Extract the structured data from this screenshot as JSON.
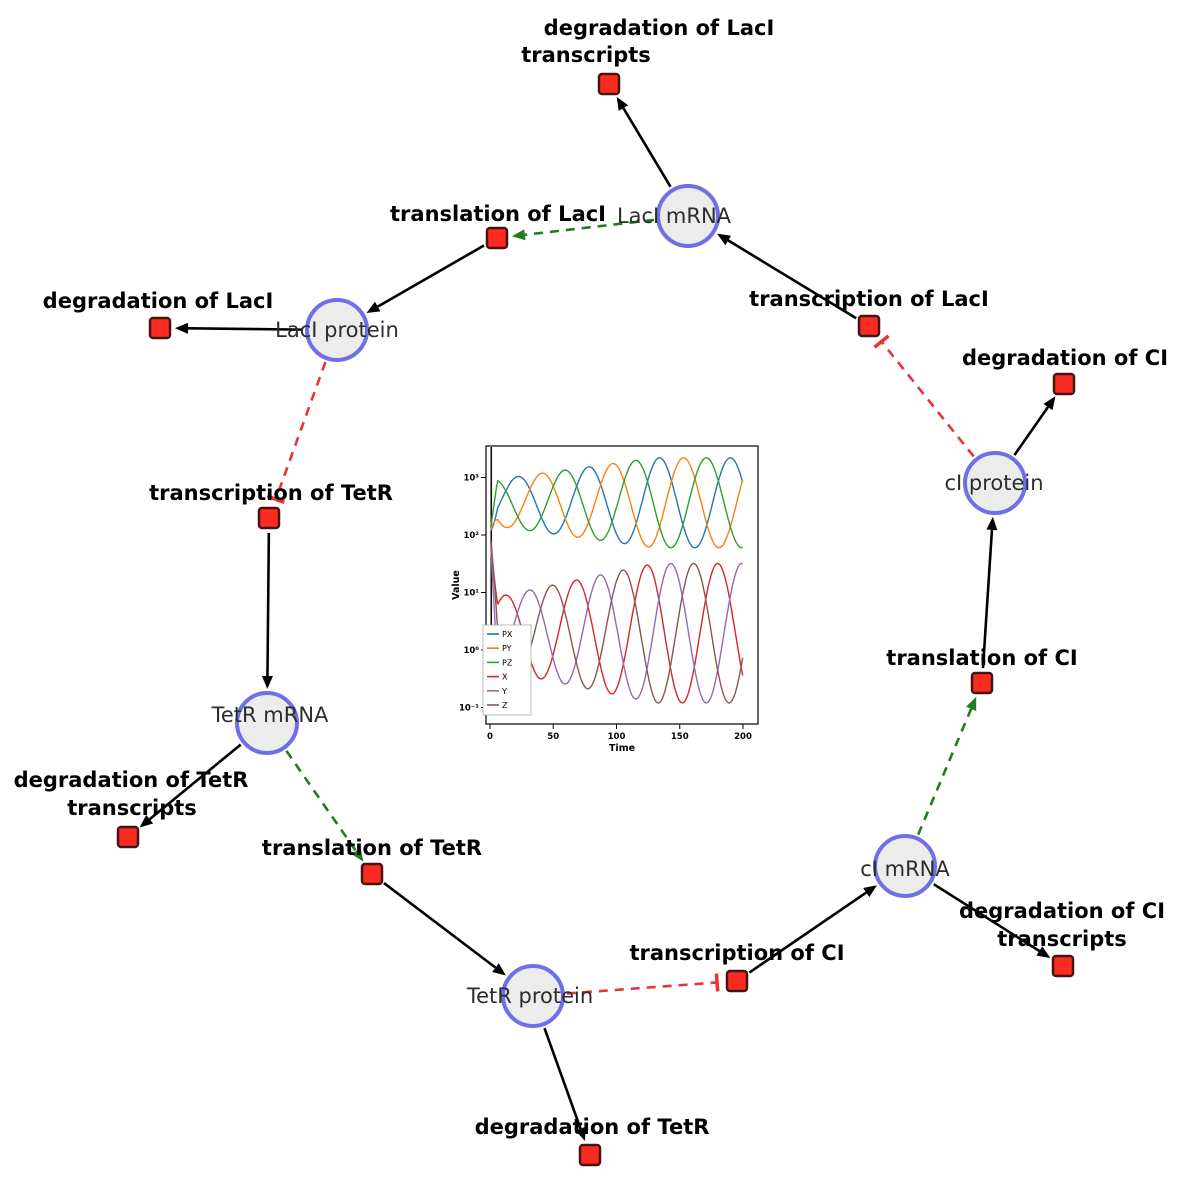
{
  "diagram": {
    "species": {
      "laci_mrna": {
        "label": "LacI mRNA"
      },
      "laci_protein": {
        "label": "LacI protein"
      },
      "ci_protein": {
        "label": "cI protein"
      },
      "tetr_mrna": {
        "label": "TetR mRNA"
      },
      "ci_mrna": {
        "label": "cI mRNA"
      },
      "tetr_protein": {
        "label": "TetR protein"
      }
    },
    "reactions": {
      "deg_laci_tx": {
        "label": [
          "degradation of LacI",
          "transcripts"
        ]
      },
      "translation_laci": {
        "label": [
          "translation of LacI"
        ]
      },
      "deg_laci": {
        "label": [
          "degradation of LacI"
        ]
      },
      "transcription_laci": {
        "label": [
          "transcription of LacI"
        ]
      },
      "deg_ci": {
        "label": [
          "degradation of CI"
        ]
      },
      "transcription_tetr": {
        "label": [
          "transcription of TetR"
        ]
      },
      "deg_tetr_tx": {
        "label": [
          "degradation of TetR",
          "transcripts"
        ]
      },
      "translation_tetr": {
        "label": [
          "translation of TetR"
        ]
      },
      "translation_ci": {
        "label": [
          "translation of CI"
        ]
      },
      "transcription_ci": {
        "label": [
          "transcription of CI"
        ]
      },
      "deg_ci_tx": {
        "label": [
          "degradation of CI",
          "transcripts"
        ]
      },
      "deg_tetr": {
        "label": [
          "degradation of TetR"
        ]
      }
    },
    "edges": [
      {
        "from": "laci_mrna",
        "to": "deg_laci_tx",
        "type": "consumption"
      },
      {
        "from": "transcription_laci",
        "to": "laci_mrna",
        "type": "production"
      },
      {
        "from": "laci_mrna",
        "to": "translation_laci",
        "type": "modifier"
      },
      {
        "from": "translation_laci",
        "to": "laci_protein",
        "type": "production"
      },
      {
        "from": "laci_protein",
        "to": "deg_laci",
        "type": "consumption"
      },
      {
        "from": "laci_protein",
        "to": "transcription_tetr",
        "type": "inhibition"
      },
      {
        "from": "transcription_tetr",
        "to": "tetr_mrna",
        "type": "production"
      },
      {
        "from": "tetr_mrna",
        "to": "deg_tetr_tx",
        "type": "consumption"
      },
      {
        "from": "tetr_mrna",
        "to": "translation_tetr",
        "type": "modifier"
      },
      {
        "from": "translation_tetr",
        "to": "tetr_protein",
        "type": "production"
      },
      {
        "from": "tetr_protein",
        "to": "deg_tetr",
        "type": "consumption"
      },
      {
        "from": "tetr_protein",
        "to": "transcription_ci",
        "type": "inhibition"
      },
      {
        "from": "transcription_ci",
        "to": "ci_mrna",
        "type": "production"
      },
      {
        "from": "ci_mrna",
        "to": "deg_ci_tx",
        "type": "consumption"
      },
      {
        "from": "ci_mrna",
        "to": "translation_ci",
        "type": "modifier"
      },
      {
        "from": "translation_ci",
        "to": "ci_protein",
        "type": "production"
      },
      {
        "from": "ci_protein",
        "to": "deg_ci",
        "type": "consumption"
      },
      {
        "from": "ci_protein",
        "to": "transcription_laci",
        "type": "inhibition"
      }
    ],
    "colors": {
      "species_fill": "#ececec",
      "species_stroke": "#6f6fe8",
      "reaction_fill": "#fb2b22",
      "reaction_stroke": "#471414",
      "edge": "#000000",
      "modifier": "#1e7d1e",
      "inhibition": "#e83434"
    }
  },
  "chart_data": {
    "type": "line",
    "xlabel": "Time",
    "ylabel": "Value",
    "x_ticks": [
      0,
      50,
      100,
      150,
      200
    ],
    "y_tick_labels": [
      "10⁻¹",
      "10⁰",
      "10¹",
      "10²",
      "10³"
    ],
    "y_scale": "log",
    "x_range": [
      0,
      200
    ],
    "y_range": [
      0.1,
      2200
    ],
    "grid": false,
    "legend_position": "lower left",
    "initial_spike_at_x": 1,
    "period": 56,
    "series": [
      {
        "name": "PX",
        "color": "#1f77b4",
        "min": 60,
        "max": 2200,
        "first_peak_t": 22
      },
      {
        "name": "PY",
        "color": "#ff7f0e",
        "min": 60,
        "max": 2200,
        "first_peak_t": 41
      },
      {
        "name": "PZ",
        "color": "#2ca02c",
        "min": 60,
        "max": 2200,
        "first_peak_t": 59
      },
      {
        "name": "X",
        "color": "#d62728",
        "min": 0.12,
        "max": 32,
        "first_peak_t": 12
      },
      {
        "name": "Y",
        "color": "#9467bd",
        "min": 0.12,
        "max": 32,
        "first_peak_t": 31
      },
      {
        "name": "Z",
        "color": "#8c564b",
        "min": 0.12,
        "max": 32,
        "first_peak_t": 49
      }
    ]
  }
}
